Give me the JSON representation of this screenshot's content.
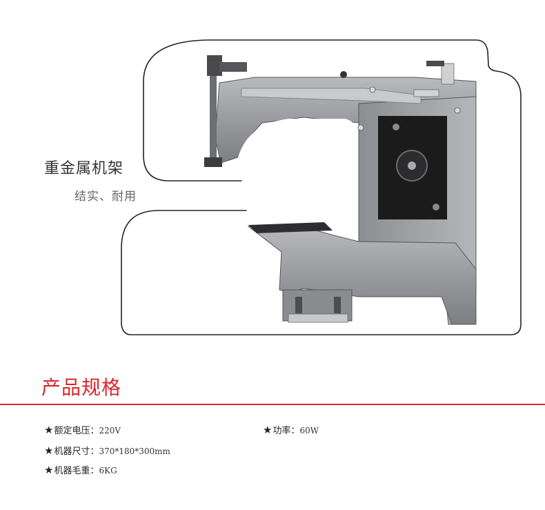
{
  "feature": {
    "title": "重金属机架",
    "subtitle": "结实、耐用"
  },
  "specs_section": {
    "heading": "产品规格",
    "accent_color": "#d8262c",
    "star": "★",
    "items": [
      {
        "label": "额定电压：",
        "value": "220V"
      },
      {
        "label": "功率：",
        "value": "60W"
      },
      {
        "label": "机器尺寸：",
        "value": "370*180*300mm"
      },
      {
        "label": "机器毛重：",
        "value": "6KG"
      }
    ]
  }
}
